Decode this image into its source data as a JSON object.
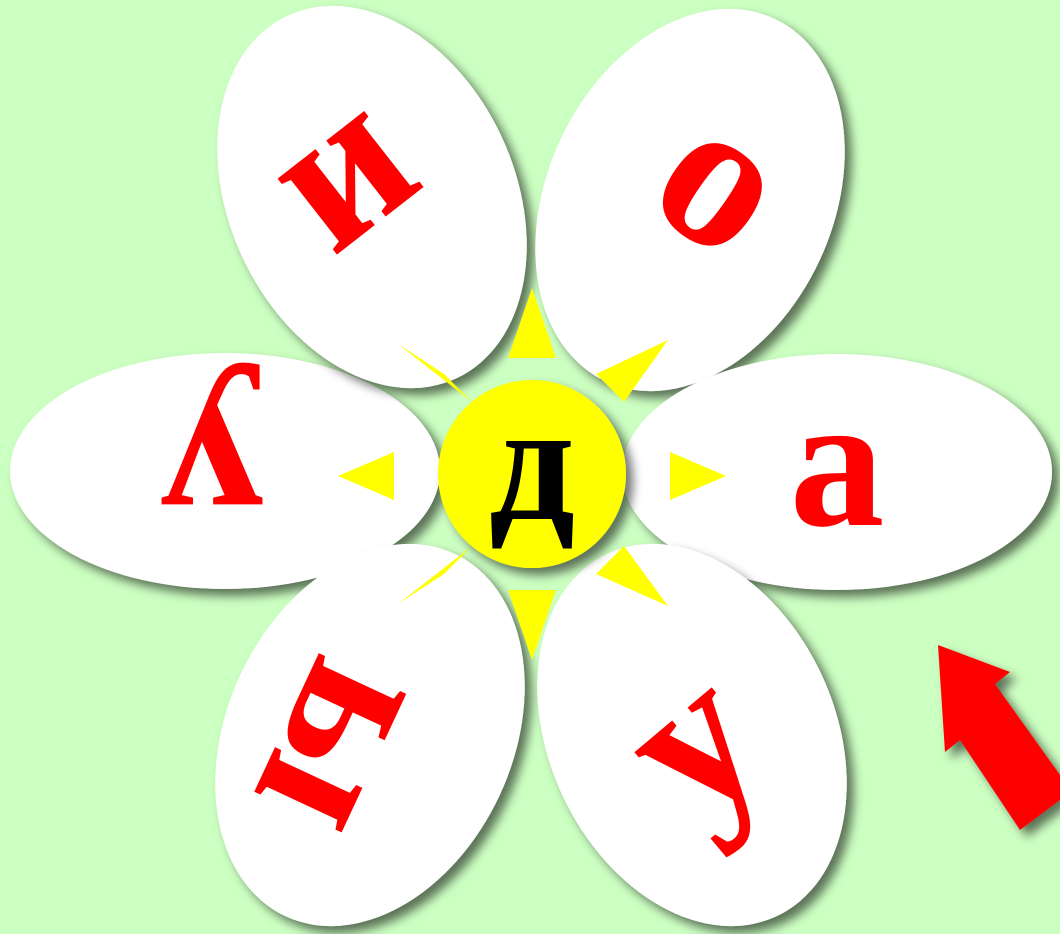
{
  "scene": {
    "background_color": "#CCFFC2",
    "petal_color": "#FFFFFF",
    "petal_letter_color": "#FF0000",
    "center_color": "#FFFF00",
    "center_letter_color": "#000000",
    "ray_color": "#FFFF00",
    "arrow_color": "#FF0000"
  },
  "center": {
    "letter": "д"
  },
  "petals": [
    {
      "letter": "и"
    },
    {
      "letter": "о"
    },
    {
      "letter": "а"
    },
    {
      "letter": "у"
    },
    {
      "letter": "ы"
    },
    {
      "letter": "у"
    }
  ],
  "arrow": {
    "icon": "arrow-up-left-icon"
  }
}
